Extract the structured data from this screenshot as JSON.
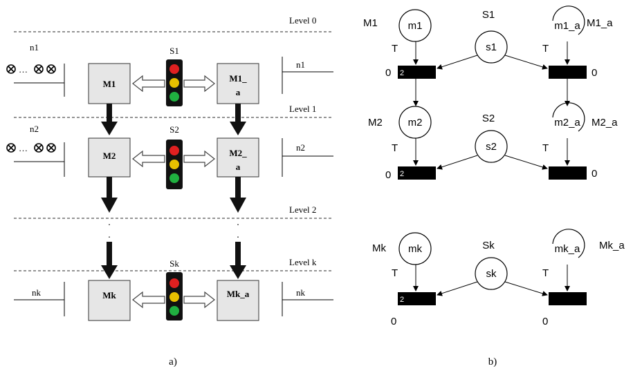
{
  "colors": {
    "box_fill": "#e6e6e6",
    "red": "#e02020",
    "yellow": "#e8c000",
    "green": "#20b040",
    "dark": "#111111",
    "line": "#000000"
  },
  "panel_a": {
    "caption": "a)",
    "levels": [
      "Level 0",
      "Level 1",
      "Level 2",
      "Level k"
    ],
    "signals": [
      "S1",
      "S2",
      "Sk"
    ],
    "modules": [
      {
        "left": "M1",
        "right_line1": "M1_",
        "right_line2": "a"
      },
      {
        "left": "M2",
        "right_line1": "M2_",
        "right_line2": "a"
      },
      {
        "left": "Mk",
        "right_line1": "Mk_a",
        "right_line2": ""
      }
    ],
    "left_labels": [
      "n1",
      "n2",
      "nk"
    ],
    "right_labels": [
      "n1",
      "n2",
      "nk"
    ],
    "dots": ".",
    "crossed_sequence": "…"
  },
  "panel_b": {
    "caption": "b)",
    "rows": [
      {
        "left_place_label": "M1",
        "left_token": "m1",
        "sync_label": "S1",
        "sync_token": "s1",
        "right_token": "m1_a",
        "right_place_label": "M1_a",
        "T_left": "T",
        "T_right": "T",
        "weight": "2",
        "left_count": "0",
        "right_count": "0"
      },
      {
        "left_place_label": "M2",
        "left_token": "m2",
        "sync_label": "S2",
        "sync_token": "s2",
        "right_token": "m2_a",
        "right_place_label": "M2_a",
        "T_left": "T",
        "T_right": "T",
        "weight": "2",
        "left_count": "0",
        "right_count": "0"
      },
      {
        "left_place_label": "Mk",
        "left_token": "mk",
        "sync_label": "Sk",
        "sync_token": "sk",
        "right_token": "mk_a",
        "right_place_label": "Mk_a",
        "T_left": "T",
        "T_right": "T",
        "weight": "2",
        "left_count": "0",
        "right_count": "0"
      }
    ]
  }
}
